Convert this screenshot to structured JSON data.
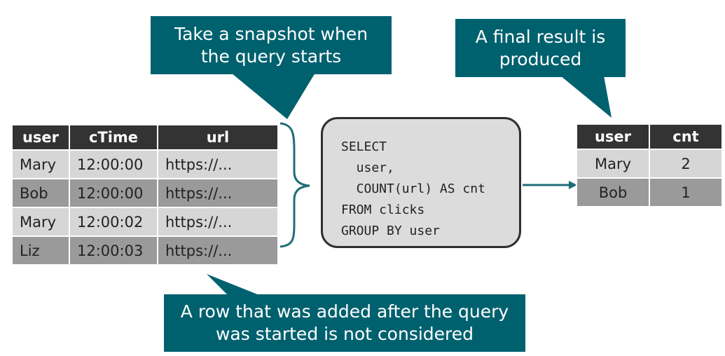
{
  "callouts": {
    "snapshot": [
      "Take a snapshot when",
      "the query starts"
    ],
    "final": [
      "A final result is",
      "produced"
    ],
    "added_row": [
      "A row that was added after the query",
      "was started is not considered"
    ]
  },
  "input_table": {
    "headers": [
      "user",
      "cTime",
      "url"
    ],
    "rows": [
      [
        "Mary",
        "12:00:00",
        "https://..."
      ],
      [
        "Bob",
        "12:00:00",
        "https://..."
      ],
      [
        "Mary",
        "12:00:02",
        "https://..."
      ],
      [
        "Liz",
        "12:00:03",
        "https://..."
      ]
    ]
  },
  "query": {
    "lines": [
      "SELECT",
      "  user,",
      "  COUNT(url) AS cnt",
      "FROM clicks",
      "GROUP BY user"
    ]
  },
  "result_table": {
    "headers": [
      "user",
      "cnt"
    ],
    "rows": [
      [
        "Mary",
        "2"
      ],
      [
        "Bob",
        "1"
      ]
    ]
  },
  "colors": {
    "callout": "#00616e",
    "header": "#333333",
    "row_light": "#d6d6d6",
    "row_dark": "#9a9a9a",
    "query_box": "#dcdcdc",
    "connector": "#1f6f78"
  }
}
